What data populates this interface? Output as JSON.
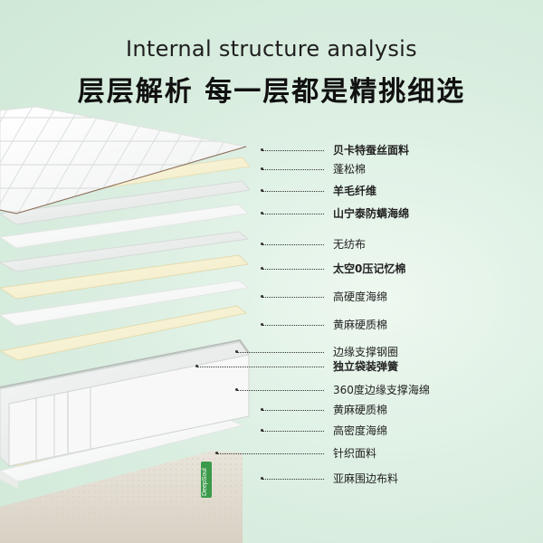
{
  "header": {
    "title_en": "Internal structure analysis",
    "title_cn": "层层解析 每一层都是精挑细选"
  },
  "brand": {
    "logo_text": "DeepSoul",
    "logo_color": "#3b9a4a"
  },
  "layers": [
    {
      "label": "贝卡特蚕丝面料"
    },
    {
      "label": "蓬松棉"
    },
    {
      "label": "羊毛纤维"
    },
    {
      "label": "山宁泰防螨海绵"
    },
    {
      "label": "无纺布"
    },
    {
      "label": "太空0压记忆棉"
    },
    {
      "label": "高硬度海绵"
    },
    {
      "label": "黄麻硬质棉"
    },
    {
      "label": "边缘支撑钢圈"
    },
    {
      "label": "独立袋装弹簧"
    },
    {
      "label": "360度边缘支撑海绵"
    },
    {
      "label": "黄麻硬质棉"
    },
    {
      "label": "高密度海绵"
    },
    {
      "label": "针织面料"
    },
    {
      "label": "亚麻围边布料"
    }
  ]
}
